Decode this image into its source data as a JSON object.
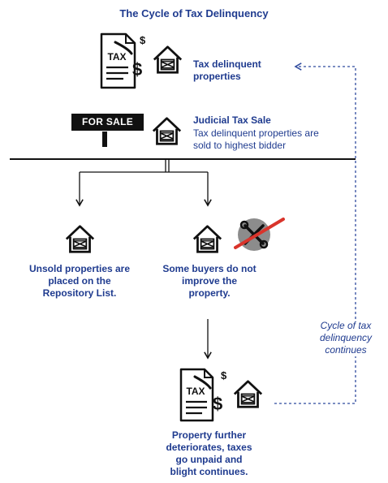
{
  "title": "The Cycle of Tax Delinquency",
  "top": {
    "label": "Tax delinquent properties",
    "tax_text": "TAX"
  },
  "sale": {
    "sign": "FOR SALE",
    "heading": "Judicial Tax Sale",
    "description": "Tax delinquent properties are sold to highest bidder"
  },
  "unsold": {
    "label": "Unsold properties are placed on the Repository List."
  },
  "buyers": {
    "label": "Some buyers do not improve the property."
  },
  "cycle": {
    "label": "Cycle of tax delinquency continues"
  },
  "bottom": {
    "label": "Property further deteriorates, taxes go unpaid and blight continues.",
    "tax_text": "TAX"
  },
  "icons": [
    "tax-document-icon",
    "dollar-sign-icon",
    "boarded-house-icon",
    "for-sale-sign-icon",
    "no-tools-icon"
  ],
  "colors": {
    "text": "#1f3b8f",
    "lines": "#111111",
    "dashed": "#2f4a9e",
    "no_sign": "#d9342b"
  }
}
